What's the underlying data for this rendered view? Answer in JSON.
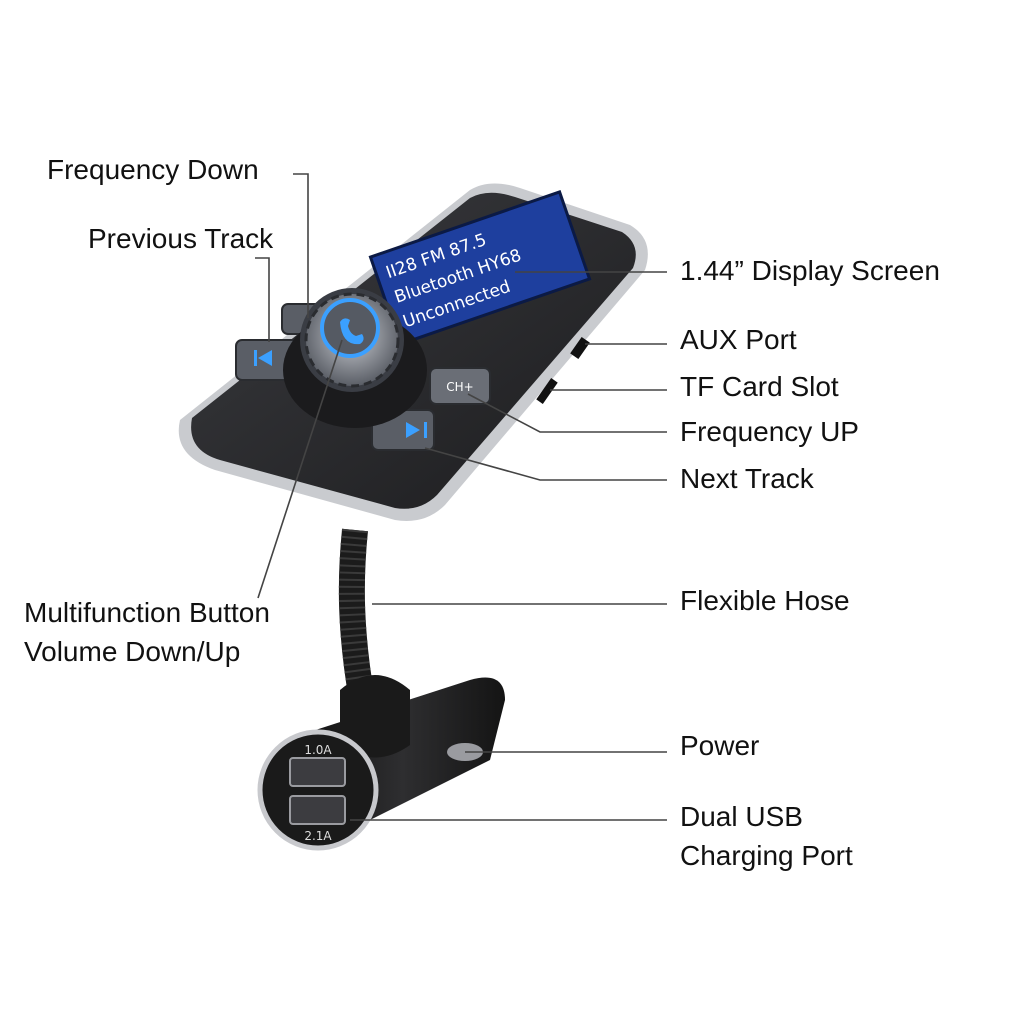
{
  "screen": {
    "line1": "II28 FM 87.5",
    "line2": "Bluetooth HY68",
    "line3": "Unconnected"
  },
  "buttons": {
    "ch_plus_label": "CH+"
  },
  "usb_ports": {
    "top_rating": "1.0A",
    "bottom_rating": "2.1A"
  },
  "callouts": {
    "frequency_down": "Frequency Down",
    "previous_track": "Previous Track",
    "display_screen": "1.44” Display Screen",
    "aux_port": "AUX Port",
    "tf_card_slot": "TF Card Slot",
    "frequency_up": "Frequency UP",
    "next_track": "Next Track",
    "multifunction_line1": "Multifunction Button",
    "multifunction_line2": "Volume Down/Up",
    "flexible_hose": "Flexible Hose",
    "power": "Power",
    "dual_usb_line1": "Dual USB",
    "dual_usb_line2": "Charging Port"
  },
  "colors": {
    "background": "#ffffff",
    "body": "#2a2a2c",
    "trim": "#c9cbcf",
    "lcd": "#1e3f9e",
    "accent_blue": "#3ba0ff",
    "leader_line": "#444444"
  }
}
